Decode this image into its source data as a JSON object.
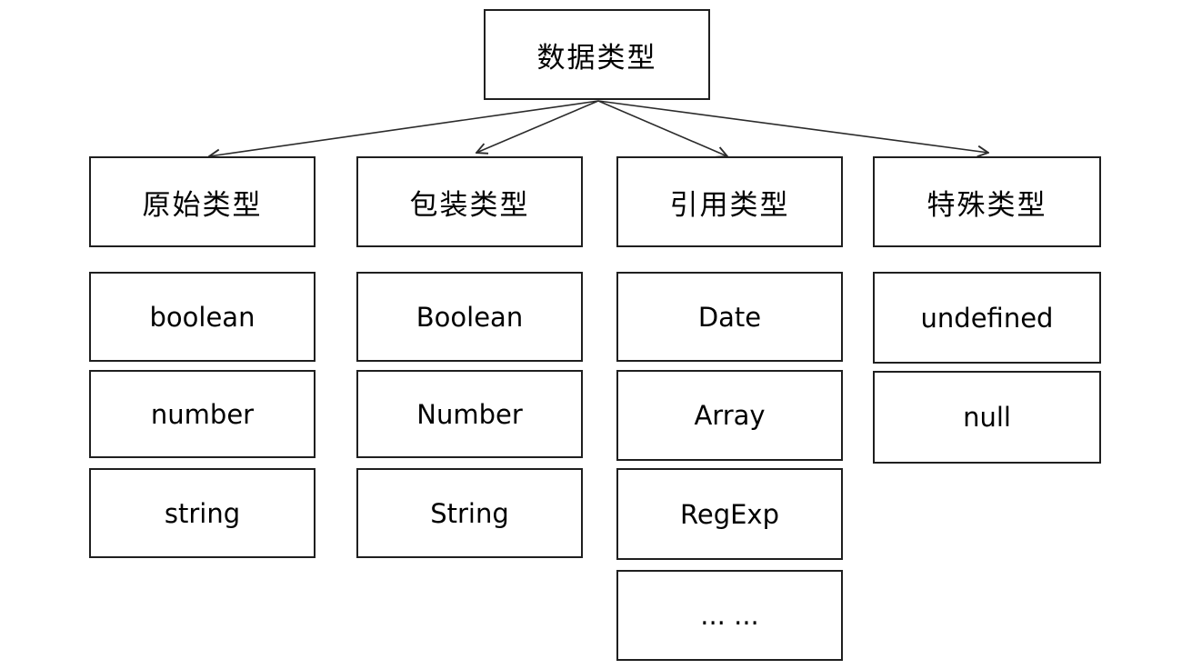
{
  "diagram": {
    "root": {
      "label": "数据类型"
    },
    "categories": [
      {
        "label": "原始类型",
        "items": [
          "boolean",
          "number",
          "string"
        ]
      },
      {
        "label": "包装类型",
        "items": [
          "Boolean",
          "Number",
          "String"
        ]
      },
      {
        "label": "引用类型",
        "items": [
          "Date",
          "Array",
          "RegExp",
          "... ..."
        ]
      },
      {
        "label": "特殊类型",
        "items": [
          "undefined",
          "null"
        ]
      }
    ],
    "colors": {
      "background": "#ffffff",
      "box_border": "#1f1f1f",
      "text": "#000000",
      "arrow": "#2b2b2b"
    }
  }
}
